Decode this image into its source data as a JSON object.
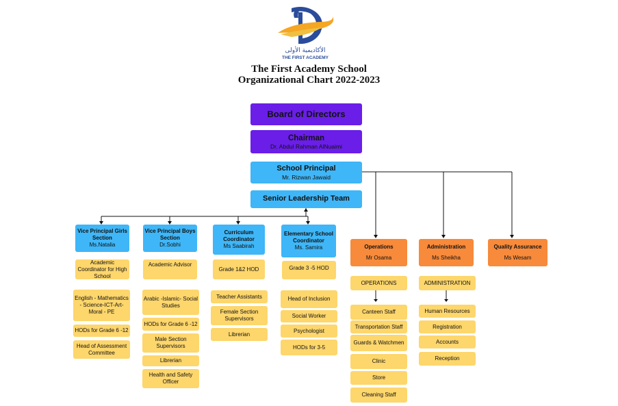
{
  "header": {
    "logo_arabic": "الأكاديمية الأولى",
    "logo_english": "THE FIRST ACADEMY",
    "title_line1": "The First Academy School",
    "title_line2": "Organizational Chart 2022-2023"
  },
  "top": {
    "board": "Board of Directors",
    "chairman_title": "Chairman",
    "chairman_name": "Dr. Abdul Rahman AlNuaimi",
    "principal_title": "School Principal",
    "principal_name": "Mr. Rizwan Jawaid",
    "slt": "Senior Leadership Team"
  },
  "academic": [
    {
      "title": "Vice Principal Girls Section",
      "name": "Ms.Natalia",
      "first": "Academic Coordinator for High School",
      "items": [
        "English - Mathematics - Science-ICT-Art-Moral - PE",
        "HODs for Grade 6 -12",
        "Head of Assessment Committee"
      ]
    },
    {
      "title": "Vice Principal Boys Section",
      "name": "Dr.Sobhi",
      "first": "Academic Advisor",
      "items": [
        "Arabic -Islamic- Social Studies",
        "HODs for Grade 6 -12",
        "Male Section Supervisors",
        "Librerian",
        "Health and Safety Officer"
      ]
    },
    {
      "title": "Curriculum Coordinator",
      "name": "Ms Saabirah",
      "first": "Grade 1&2 HOD",
      "items": [
        "Teacher Assistants",
        "Female Section Supervisors",
        "Librerian"
      ]
    },
    {
      "title": "Elementary School Coordinator",
      "name": "Ms. Samira",
      "first": "Grade 3 -5 HOD",
      "items": [
        "Head of Inclusion",
        "Social Worker",
        "Psychologist",
        "HODs for 3-5"
      ]
    }
  ],
  "operations": {
    "title": "Operations",
    "name": "Mr Osama",
    "label": "OPERATIONS",
    "items": [
      "Canteen Staff",
      "Transportation Staff",
      "Guards & Watchmen",
      "Clinic",
      "Store",
      "Cleaning Staff"
    ]
  },
  "administration": {
    "title": "Administration",
    "name": "Ms Sheikha",
    "label": "ADMINISTRATION",
    "items": [
      "Human Resources",
      "Registration",
      "Accounts",
      "Reception"
    ]
  },
  "quality": {
    "title": "Quality Assurance",
    "name": "Ms Wesam"
  },
  "colors": {
    "purple": "#6a1ee8",
    "blue": "#3fb6f7",
    "orange": "#f78a3b",
    "yellow": "#fdd66c"
  }
}
